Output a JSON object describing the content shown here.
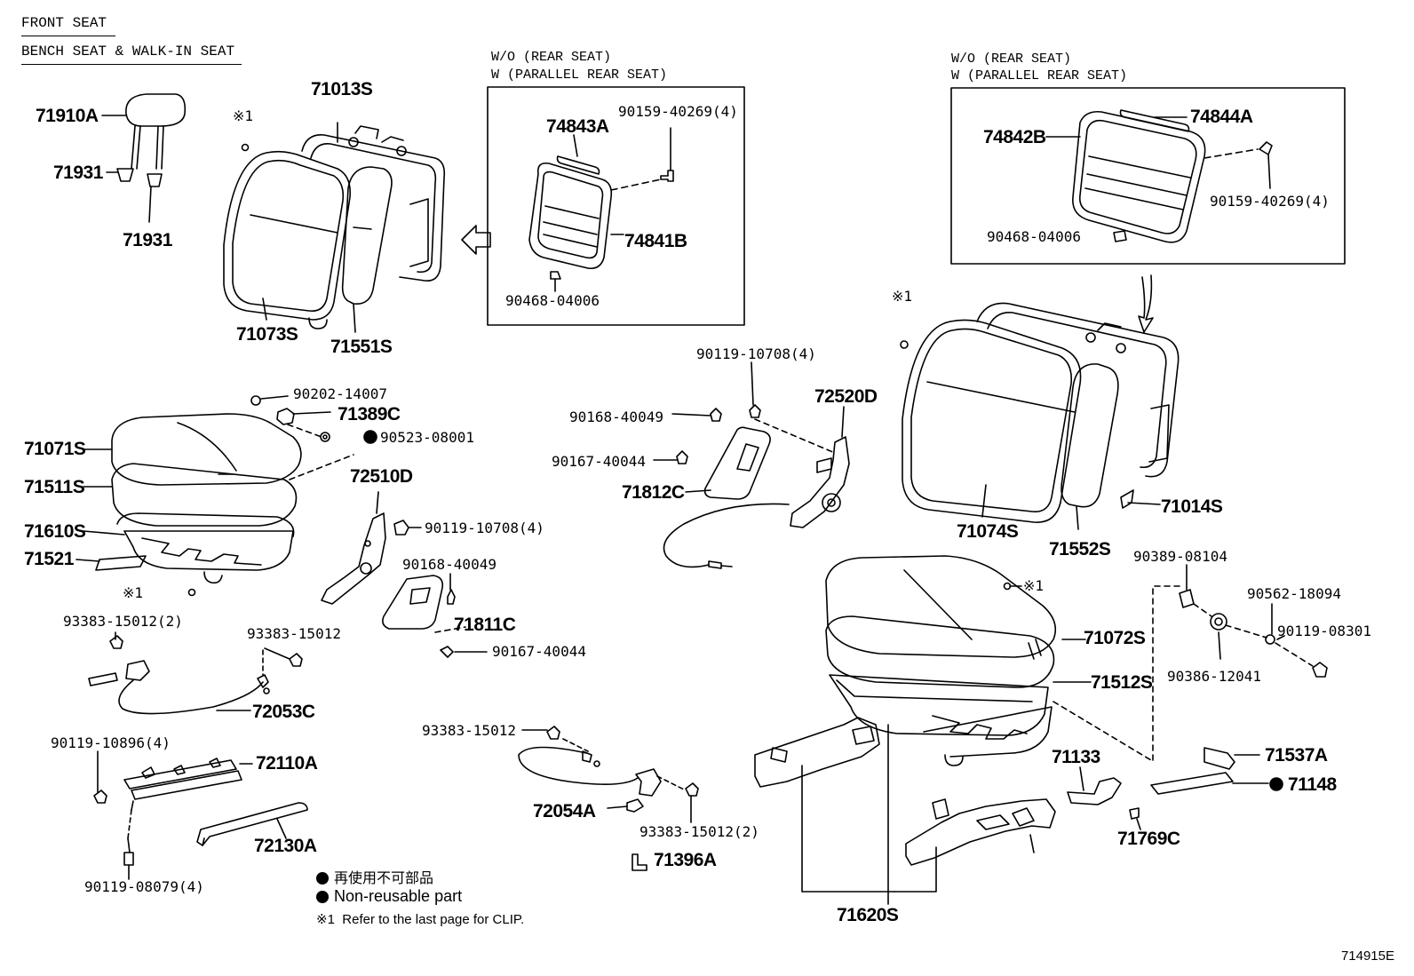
{
  "header": {
    "title": "FRONT SEAT",
    "subtitle": "BENCH SEAT & WALK-IN SEAT"
  },
  "callouts": {
    "c71910A": "71910A",
    "c71931a": "71931",
    "c71931b": "71931",
    "c71013S": "71013S",
    "c71073S": "71073S",
    "c71551S": "71551S",
    "c74843A": "74843A",
    "c74841B": "74841B",
    "c74842B": "74842B",
    "c74844A": "74844A",
    "c71071S": "71071S",
    "c71511S": "71511S",
    "c71610S": "71610S",
    "c71521": "71521",
    "c71389C": "71389C",
    "c72510D": "72510D",
    "c71811C": "71811C",
    "c72520D": "72520D",
    "c71812C": "71812C",
    "c71074S": "71074S",
    "c71552S": "71552S",
    "c71014S": "71014S",
    "c72053C": "72053C",
    "c72110A": "72110A",
    "c72130A": "72130A",
    "c72054A": "72054A",
    "c71396A": "71396A",
    "c71072S": "71072S",
    "c71512S": "71512S",
    "c71133": "71133",
    "c71537A": "71537A",
    "c71148": "71148",
    "c71769C": "71769C",
    "c71620S": "71620S"
  },
  "parts": {
    "p90159a": "90159-40269(4)",
    "p90468a": "90468-04006",
    "p90159b": "90159-40269(4)",
    "p90468b": "90468-04006",
    "p90202": "90202-14007",
    "p90523": "90523-08001",
    "p90119a": "90119-10708(4)",
    "p90119b": "90119-10708(4)",
    "p90168a": "90168-40049",
    "p90168b": "90168-40049",
    "p90167a": "90167-40044",
    "p90167b": "90167-40044",
    "p93383a": "93383-15012(2)",
    "p93383b": "93383-15012",
    "p93383c": "93383-15012",
    "p93383d": "93383-15012(2)",
    "p90119c": "90119-10896(4)",
    "p90119d": "90119-08079(4)",
    "p90389": "90389-08104",
    "p90562": "90562-18094",
    "p90119e": "90119-08301",
    "p90386": "90386-12041"
  },
  "conditions": {
    "left_l1": "W/O (REAR SEAT)",
    "left_l2": "W (PARALLEL REAR SEAT)",
    "right_l1": "W/O (REAR SEAT)",
    "right_l2": "W (PARALLEL REAR SEAT)"
  },
  "clip_marks": {
    "m1": "※1",
    "m2": "※1",
    "m3": "※1",
    "m4": "※1"
  },
  "legend": {
    "jp": "再使用不可部品",
    "en": "Non-reusable part",
    "note_mark": "※1",
    "note_text": "Refer to the last page for CLIP."
  },
  "diagram_id": "714915E"
}
